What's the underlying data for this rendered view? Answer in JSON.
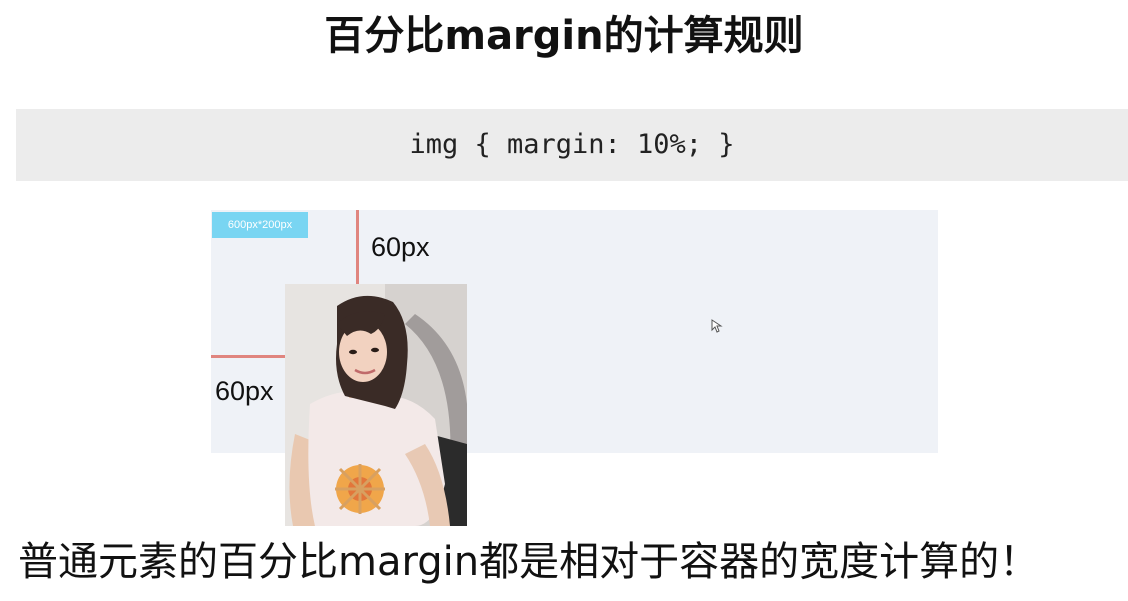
{
  "slide": {
    "title": "百分比margin的计算规则",
    "code": "img { margin: 10%; }",
    "container_label": "600px*200px",
    "margin_top_label": "60px",
    "margin_left_label": "60px",
    "footer": "普通元素的百分比margin都是相对于容器的宽度计算的！"
  },
  "icons": {
    "cursor": "mouse-pointer-icon"
  },
  "colors": {
    "code_band": "#ececec",
    "container": "#eff2f7",
    "badge": "#79d5f2",
    "margin_guides": "#e0857f"
  }
}
